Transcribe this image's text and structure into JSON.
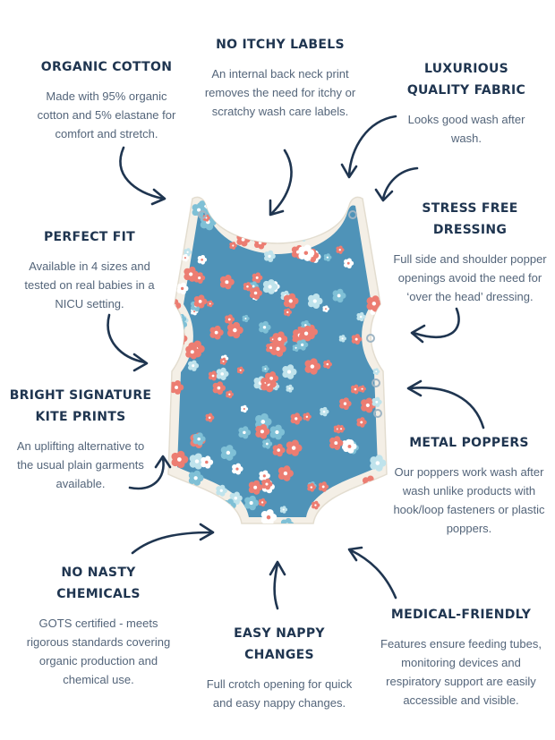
{
  "features": {
    "no_itchy_labels": {
      "title": "NO ITCHY LABELS",
      "text": "An internal back neck print removes the need for itchy or scratchy wash care labels."
    },
    "organic_cotton": {
      "title": "ORGANIC COTTON",
      "text": "Made with 95% organic cotton and 5% elastane for comfort and stretch."
    },
    "luxurious_fabric": {
      "title": "LUXURIOUS QUALITY FABRIC",
      "text": "Looks good wash after wash."
    },
    "stress_free_dressing": {
      "title": "STRESS FREE DRESSING",
      "text": "Full side and shoulder popper openings avoid the need for ‘over the head’ dressing."
    },
    "perfect_fit": {
      "title": "PERFECT FIT",
      "text": "Available in 4 sizes and tested on real babies in a NICU setting."
    },
    "bright_prints": {
      "title": "BRIGHT SIGNATURE KITE PRINTS",
      "text": "An uplifting alternative to the usual plain garments available."
    },
    "metal_poppers": {
      "title": "METAL POPPERS",
      "text": "Our poppers work wash after wash unlike products with hook/loop fasteners or plastic poppers."
    },
    "no_nasty_chemicals": {
      "title": "NO NASTY CHEMICALS",
      "text": "GOTS certified - meets rigorous standards covering organic production and chemical use."
    },
    "easy_nappy_changes": {
      "title": "EASY NAPPY CHANGES",
      "text": "Full crotch opening for quick and easy nappy changes."
    },
    "medical_friendly": {
      "title": "MEDICAL-FRIENDLY",
      "text": "Features ensure feeding tubes, monitoring devices and respiratory support are easily accessible and visible."
    }
  },
  "colors": {
    "heading": "#1f3550",
    "body_text": "#54657a",
    "fabric_blue": "#4f93b8",
    "trim": "#f4efe6",
    "flower_coral": "#ec7d72",
    "flower_light": "#bfe3ec"
  }
}
